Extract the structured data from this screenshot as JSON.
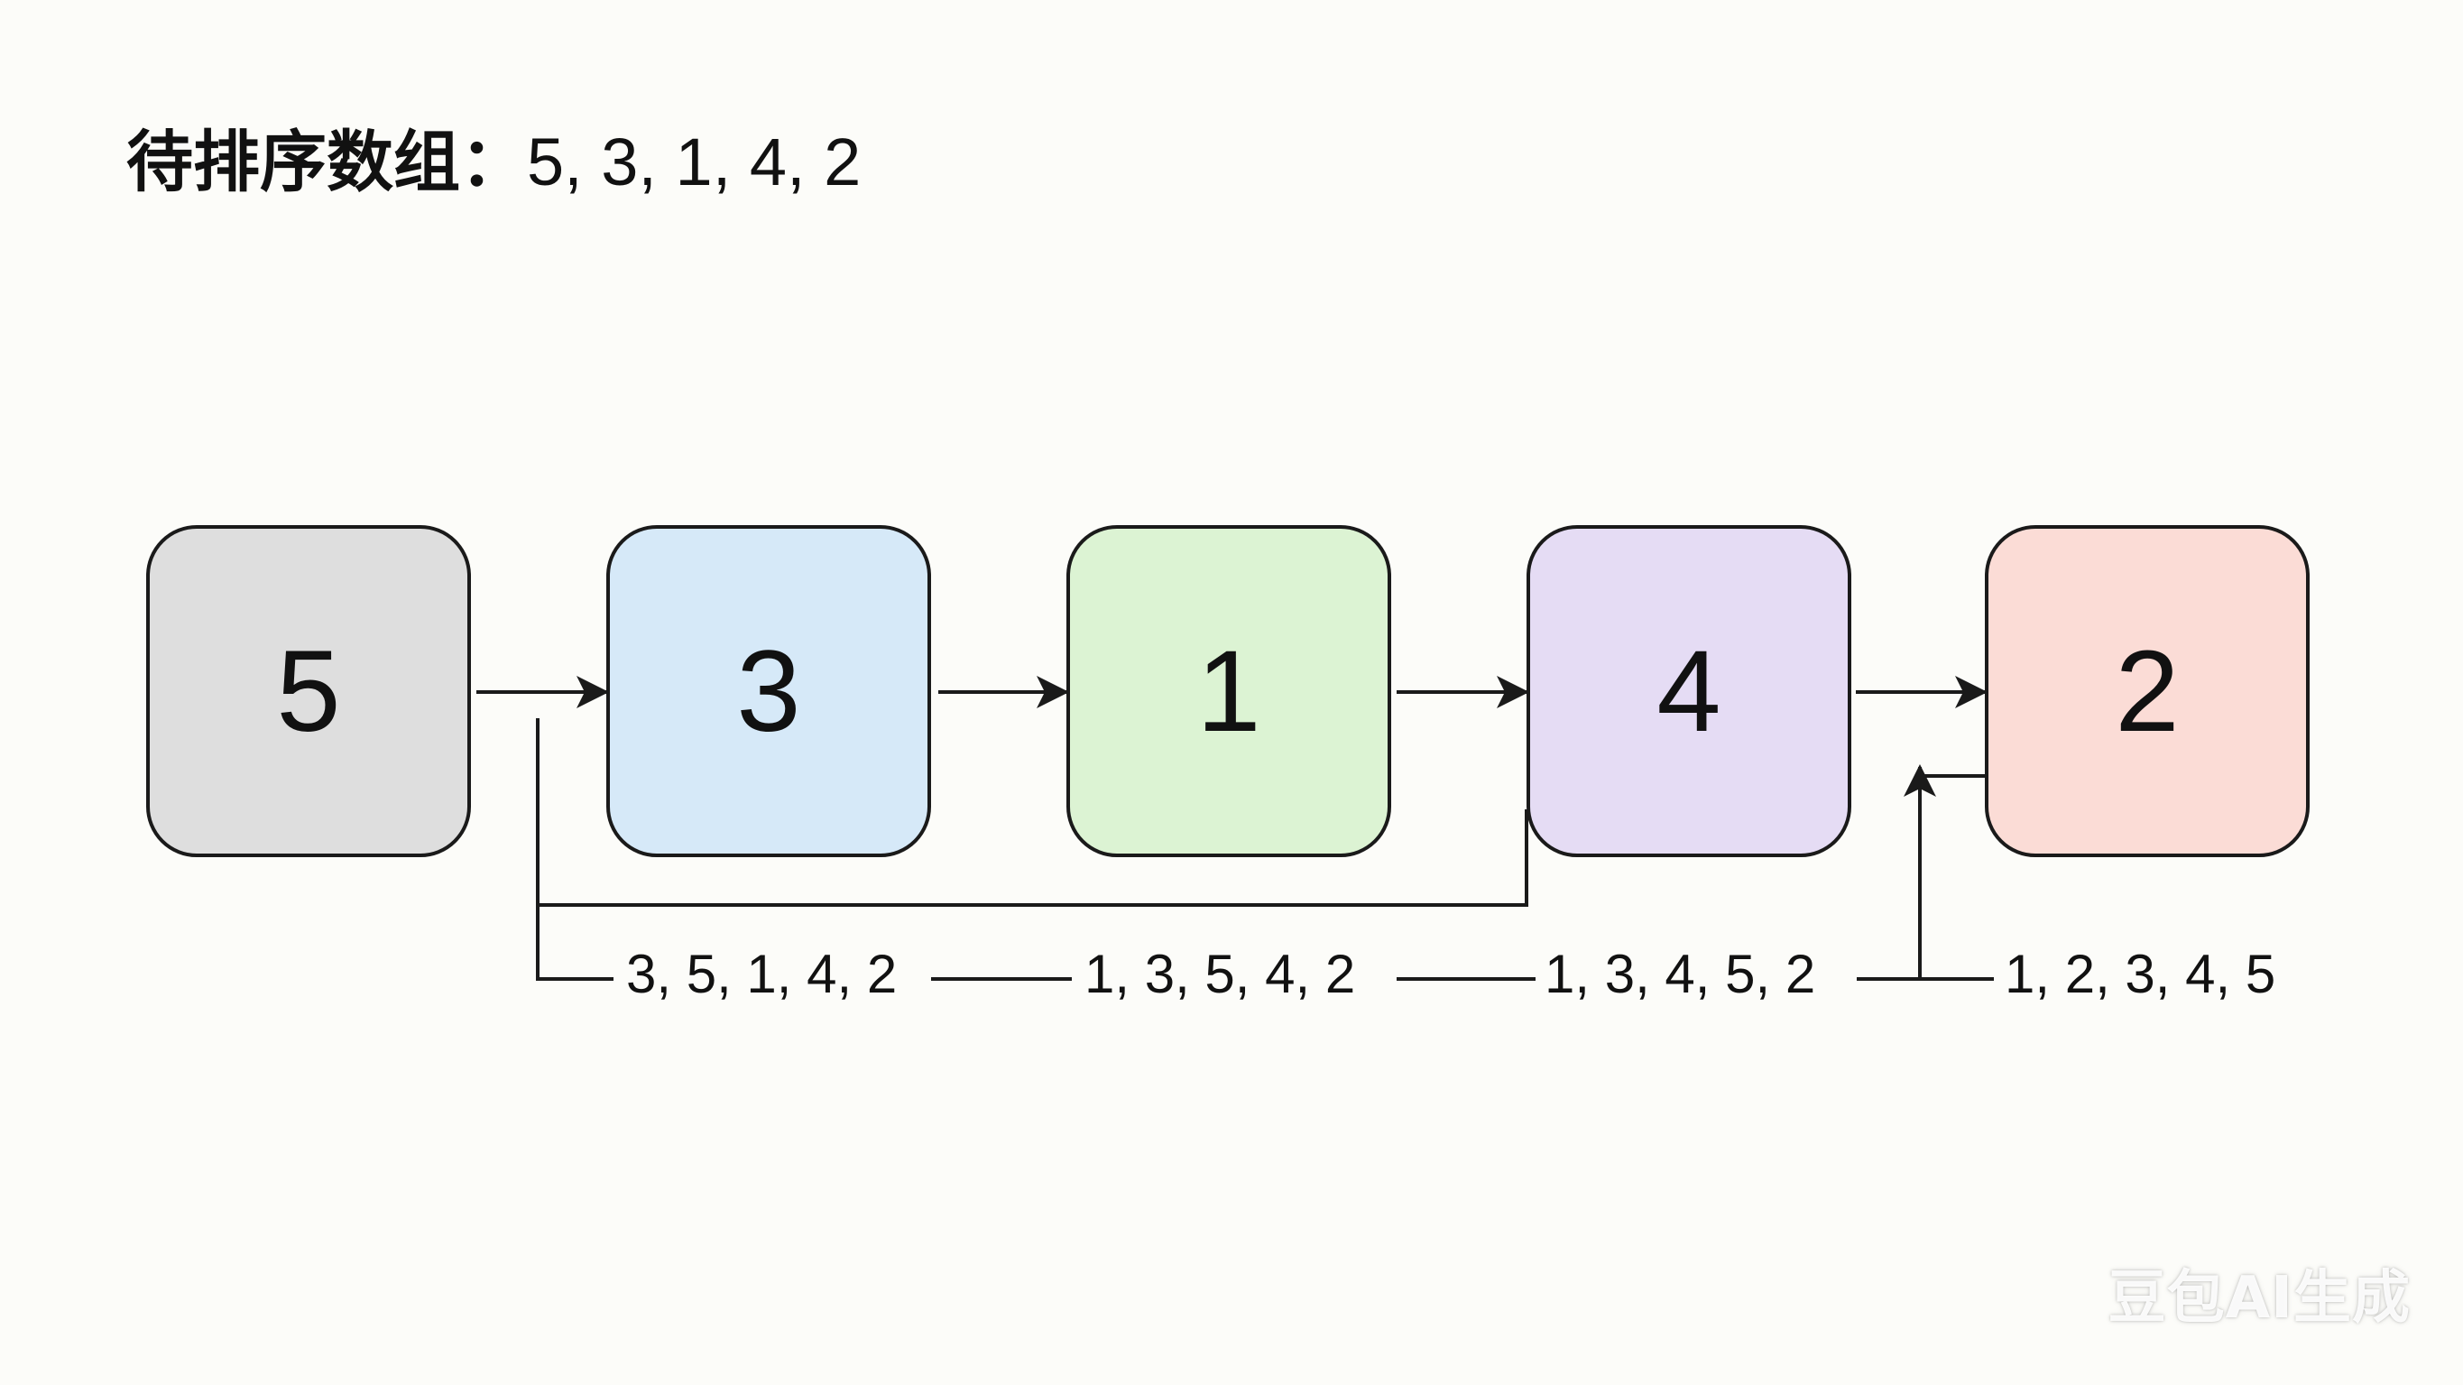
{
  "title": {
    "label": "待排序数组",
    "separator": "：",
    "values": "5, 3, 1, 4, 2"
  },
  "nodes": [
    {
      "value": "5",
      "fill": "#dedede"
    },
    {
      "value": "3",
      "fill": "#d6e9f8"
    },
    {
      "value": "1",
      "fill": "#dcf3d3"
    },
    {
      "value": "4",
      "fill": "#e5dcf4"
    },
    {
      "value": "2",
      "fill": "#fbdcd6"
    }
  ],
  "steps": [
    "3, 5, 1, 4, 2",
    "1, 3, 5, 4, 2",
    "1, 3, 4, 5, 2",
    "1, 2, 3, 4, 5"
  ],
  "watermark": "豆包AI生成",
  "colors": {
    "background": "#fcfcf9",
    "stroke": "#1a1a1a"
  }
}
